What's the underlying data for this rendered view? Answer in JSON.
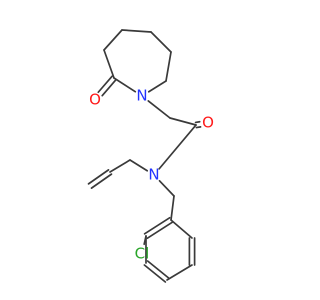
{
  "molecule": {
    "atoms": [
      {
        "id": "o_ketone",
        "symbol": "O"
      },
      {
        "id": "n_ring",
        "symbol": "N"
      },
      {
        "id": "o_amide",
        "symbol": "O"
      },
      {
        "id": "n_amide",
        "symbol": "N"
      },
      {
        "id": "cl",
        "symbol": "Cl"
      }
    ]
  },
  "colors": {
    "bond": "#3a3a3a",
    "carbon": "#3a3a3a",
    "nitrogen": "#2233ff",
    "oxygen": "#ff1a1a",
    "chlorine": "#2aa52a"
  }
}
